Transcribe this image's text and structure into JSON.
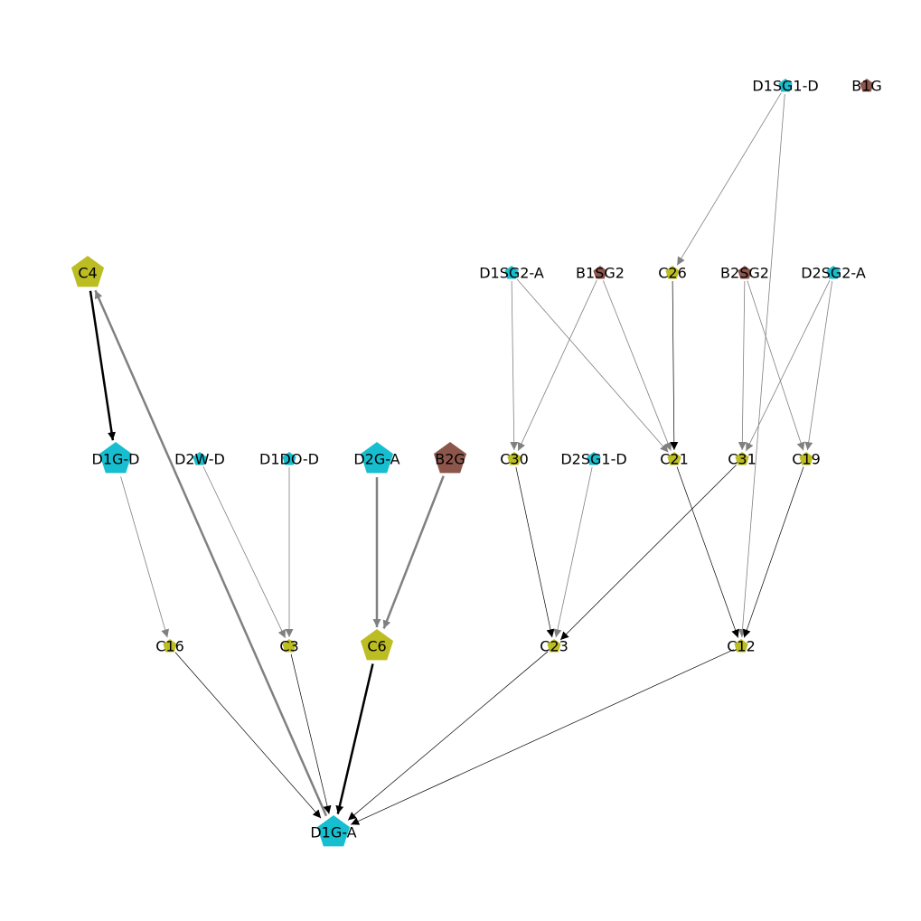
{
  "colors": {
    "cyan": "#17becf",
    "olive": "#bcbd22",
    "brown": "#8c564b",
    "edge_black": "#000000",
    "edge_gray": "#808080"
  },
  "nodes": [
    {
      "id": "D1SG1-D",
      "label": "D1SG1-D",
      "color": "cyan",
      "size": "small"
    },
    {
      "id": "B1G",
      "label": "B1G",
      "color": "brown",
      "size": "small"
    },
    {
      "id": "C4",
      "label": "C4",
      "color": "olive",
      "size": "large"
    },
    {
      "id": "D1SG2-A",
      "label": "D1SG2-A",
      "color": "cyan",
      "size": "small"
    },
    {
      "id": "B1SG2",
      "label": "B1SG2",
      "color": "brown",
      "size": "small"
    },
    {
      "id": "C26",
      "label": "C26",
      "color": "olive",
      "size": "small"
    },
    {
      "id": "B2SG2",
      "label": "B2SG2",
      "color": "brown",
      "size": "small"
    },
    {
      "id": "D2SG2-A",
      "label": "D2SG2-A",
      "color": "cyan",
      "size": "small"
    },
    {
      "id": "D1G-D",
      "label": "D1G-D",
      "color": "cyan",
      "size": "large"
    },
    {
      "id": "D2W-D",
      "label": "D2W-D",
      "color": "cyan",
      "size": "small"
    },
    {
      "id": "D1DO-D",
      "label": "D1DO-D",
      "color": "cyan",
      "size": "small"
    },
    {
      "id": "D2G-A",
      "label": "D2G-A",
      "color": "cyan",
      "size": "large"
    },
    {
      "id": "B2G",
      "label": "B2G",
      "color": "brown",
      "size": "large"
    },
    {
      "id": "C30",
      "label": "C30",
      "color": "olive",
      "size": "small"
    },
    {
      "id": "D2SG1-D",
      "label": "D2SG1-D",
      "color": "cyan",
      "size": "small"
    },
    {
      "id": "C21",
      "label": "C21",
      "color": "olive",
      "size": "small"
    },
    {
      "id": "C31",
      "label": "C31",
      "color": "olive",
      "size": "small"
    },
    {
      "id": "C19",
      "label": "C19",
      "color": "olive",
      "size": "small"
    },
    {
      "id": "C16",
      "label": "C16",
      "color": "olive",
      "size": "small"
    },
    {
      "id": "C3",
      "label": "C3",
      "color": "olive",
      "size": "small"
    },
    {
      "id": "C6",
      "label": "C6",
      "color": "olive",
      "size": "large"
    },
    {
      "id": "C23",
      "label": "C23",
      "color": "olive",
      "size": "small"
    },
    {
      "id": "C12",
      "label": "C12",
      "color": "olive",
      "size": "small"
    },
    {
      "id": "D1G-A",
      "label": "D1G-A",
      "color": "cyan",
      "size": "large"
    }
  ],
  "edges": [
    {
      "source": "C4",
      "target": "D1G-D",
      "color": "edge_black",
      "weight": "heavy"
    },
    {
      "source": "D1G-A",
      "target": "C4",
      "color": "edge_gray",
      "weight": "heavy"
    },
    {
      "source": "D1SG1-D",
      "target": "C26",
      "color": "edge_gray",
      "weight": "thin"
    },
    {
      "source": "D1SG1-D",
      "target": "C12",
      "color": "edge_gray",
      "weight": "thin"
    },
    {
      "source": "D1SG2-A",
      "target": "C30",
      "color": "edge_gray",
      "weight": "thin"
    },
    {
      "source": "D1SG2-A",
      "target": "C21",
      "color": "edge_gray",
      "weight": "thin"
    },
    {
      "source": "B1SG2",
      "target": "C30",
      "color": "edge_gray",
      "weight": "thin"
    },
    {
      "source": "B1SG2",
      "target": "C21",
      "color": "edge_gray",
      "weight": "thin"
    },
    {
      "source": "C26",
      "target": "C21",
      "color": "edge_black",
      "weight": "thin"
    },
    {
      "source": "B2SG2",
      "target": "C31",
      "color": "edge_gray",
      "weight": "thin"
    },
    {
      "source": "B2SG2",
      "target": "C19",
      "color": "edge_gray",
      "weight": "thin"
    },
    {
      "source": "D2SG2-A",
      "target": "C31",
      "color": "edge_gray",
      "weight": "thin"
    },
    {
      "source": "D2SG2-A",
      "target": "C19",
      "color": "edge_gray",
      "weight": "thin"
    },
    {
      "source": "D1G-D",
      "target": "C16",
      "color": "edge_gray",
      "weight": "thin"
    },
    {
      "source": "D2W-D",
      "target": "C3",
      "color": "edge_gray",
      "weight": "thin"
    },
    {
      "source": "D1DO-D",
      "target": "C3",
      "color": "edge_gray",
      "weight": "thin"
    },
    {
      "source": "D2G-A",
      "target": "C6",
      "color": "edge_gray",
      "weight": "heavy"
    },
    {
      "source": "B2G",
      "target": "C6",
      "color": "edge_gray",
      "weight": "heavy"
    },
    {
      "source": "C30",
      "target": "C23",
      "color": "edge_black",
      "weight": "thin"
    },
    {
      "source": "D2SG1-D",
      "target": "C23",
      "color": "edge_gray",
      "weight": "thin"
    },
    {
      "source": "C31",
      "target": "C23",
      "color": "edge_black",
      "weight": "thin"
    },
    {
      "source": "C21",
      "target": "C12",
      "color": "edge_black",
      "weight": "thin"
    },
    {
      "source": "C19",
      "target": "C12",
      "color": "edge_black",
      "weight": "thin"
    },
    {
      "source": "C16",
      "target": "D1G-A",
      "color": "edge_black",
      "weight": "thin"
    },
    {
      "source": "C3",
      "target": "D1G-A",
      "color": "edge_black",
      "weight": "thin"
    },
    {
      "source": "C6",
      "target": "D1G-A",
      "color": "edge_black",
      "weight": "heavy"
    },
    {
      "source": "C23",
      "target": "D1G-A",
      "color": "edge_black",
      "weight": "thin"
    },
    {
      "source": "C12",
      "target": "D1G-A",
      "color": "edge_black",
      "weight": "thin"
    }
  ]
}
